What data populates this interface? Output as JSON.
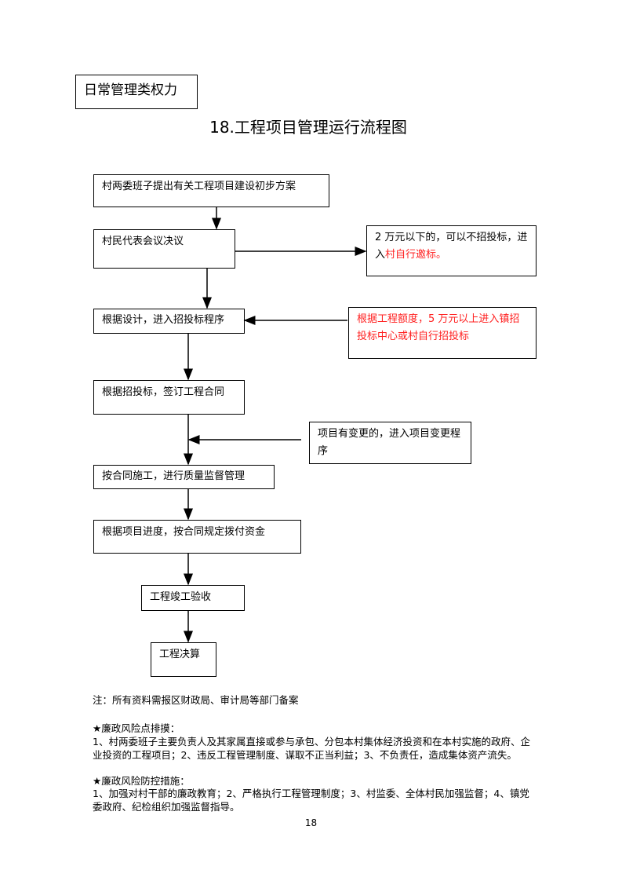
{
  "header": {
    "category": "日常管理类权力",
    "title": "18.工程项目管理运行流程图"
  },
  "flow": {
    "step1": "村两委班子提出有关工程项目建设初步方案",
    "step2": "村民代表会议决议",
    "side1_prefix": "2 万元以下的，可以不招投标，进入",
    "side1_highlight": "村自行邀标。",
    "step3": "根据设计，进入招投标程序",
    "side2": "根据工程额度，5 万元以上进入镇招投标中心或村自行招投标",
    "step4": "根据招投标，签订工程合同",
    "side3": "项目有变更的，进入项目变更程序",
    "step5": "按合同施工，进行质量监督管理",
    "step6": "根据项目进度，按合同规定拨付资金",
    "step7": "工程竣工验收",
    "step8": "工程决算"
  },
  "notes": {
    "note": "注：所有资料需报区财政局、审计局等部门备案",
    "risk_title": "★廉政风险点排摸：",
    "risk_text": "1、村两委班子主要负责人及其家属直接或参与承包、分包本村集体经济投资和在本村实施的政府、企业投资的工程项目；2、违反工程管理制度、谋取不正当利益；3、不负责任，造成集体资产流失。",
    "control_title": "★廉政风险防控措施：",
    "control_text": "1、加强对村干部的廉政教育；2、严格执行工程管理制度；3、村监委、全体村民加强监督；4、镇党委政府、纪检组织加强监督指导。"
  },
  "page_number": "18",
  "colors": {
    "highlight": "#ff2020"
  }
}
